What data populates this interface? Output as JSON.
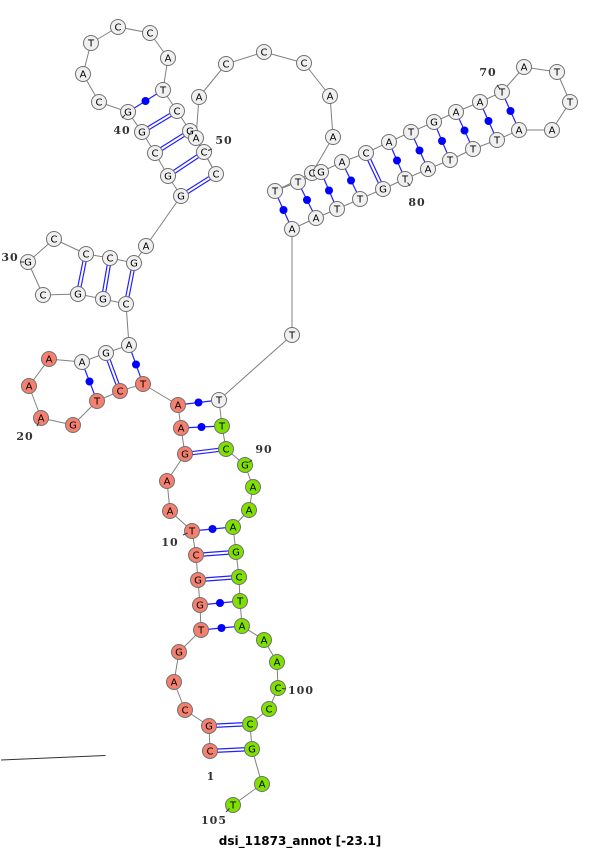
{
  "title": "dsi_11873_annot [-23.1]",
  "sequence": "CGCAGTGGCTAAGAATCTGAAAAGACGGCGCCCGAGGCGGCATCCATCGCCAACCCAACTTGACATGAATATTAATTTATGTTAATTTCGAAAGCTAAACCCGAT",
  "colors": {
    "five_prime_arm": "#f4806f",
    "three_prime_arm": "#80e000",
    "unannotated": "#f0f0f0",
    "backbone": "#808080",
    "pair": "#2020ff"
  },
  "regions": [
    {
      "from": 1,
      "to": 22,
      "color": "five_prime_arm"
    },
    {
      "from": 23,
      "to": 87,
      "color": "unannotated"
    },
    {
      "from": 88,
      "to": 105,
      "color": "three_prime_arm"
    }
  ],
  "base_pairs": [
    [
      1,
      103
    ],
    [
      2,
      102
    ],
    [
      6,
      97
    ],
    [
      7,
      96
    ],
    [
      8,
      95
    ],
    [
      9,
      94
    ],
    [
      10,
      93
    ],
    [
      13,
      89
    ],
    [
      14,
      88
    ],
    [
      15,
      87
    ],
    [
      16,
      25
    ],
    [
      17,
      24
    ],
    [
      18,
      23
    ],
    [
      26,
      34
    ],
    [
      27,
      33
    ],
    [
      28,
      32
    ],
    [
      36,
      51
    ],
    [
      37,
      50
    ],
    [
      38,
      49
    ],
    [
      39,
      48
    ],
    [
      40,
      47
    ],
    [
      60,
      85
    ],
    [
      61,
      84
    ],
    [
      62,
      83
    ],
    [
      63,
      82
    ],
    [
      64,
      81
    ],
    [
      65,
      80
    ],
    [
      66,
      79
    ],
    [
      67,
      78
    ],
    [
      68,
      77
    ],
    [
      69,
      76
    ],
    [
      70,
      75
    ]
  ],
  "position_labels": [
    "1",
    "10",
    "20",
    "30",
    "40",
    "50",
    "70",
    "80",
    "90",
    "100",
    "105"
  ]
}
